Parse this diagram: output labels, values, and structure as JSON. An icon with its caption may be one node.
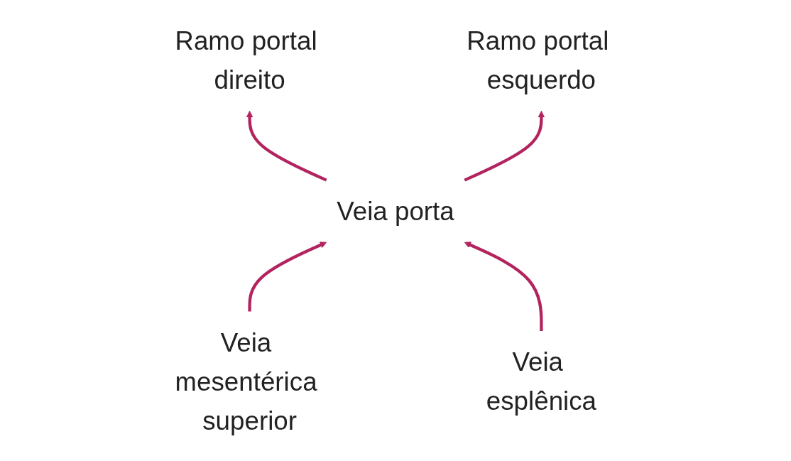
{
  "diagram": {
    "nodes": [
      {
        "text": [
          "Ramo portal direito"
        ]
      },
      {
        "text": [
          "Ramo portal esquerdo"
        ]
      },
      {
        "text": [
          "Veia porta"
        ]
      },
      {
        "text": [
          "Veia mesentérica superior"
        ]
      },
      {
        "text": [
          "Veia esplênica"
        ]
      }
    ],
    "edges": [
      {
        "from": 2,
        "to": 0,
        "arrow": "to"
      },
      {
        "from": 2,
        "to": 1,
        "arrow": "to"
      },
      {
        "from": 3,
        "to": 2,
        "arrow": "to"
      },
      {
        "from": 4,
        "to": 2,
        "arrow": "to"
      }
    ]
  }
}
